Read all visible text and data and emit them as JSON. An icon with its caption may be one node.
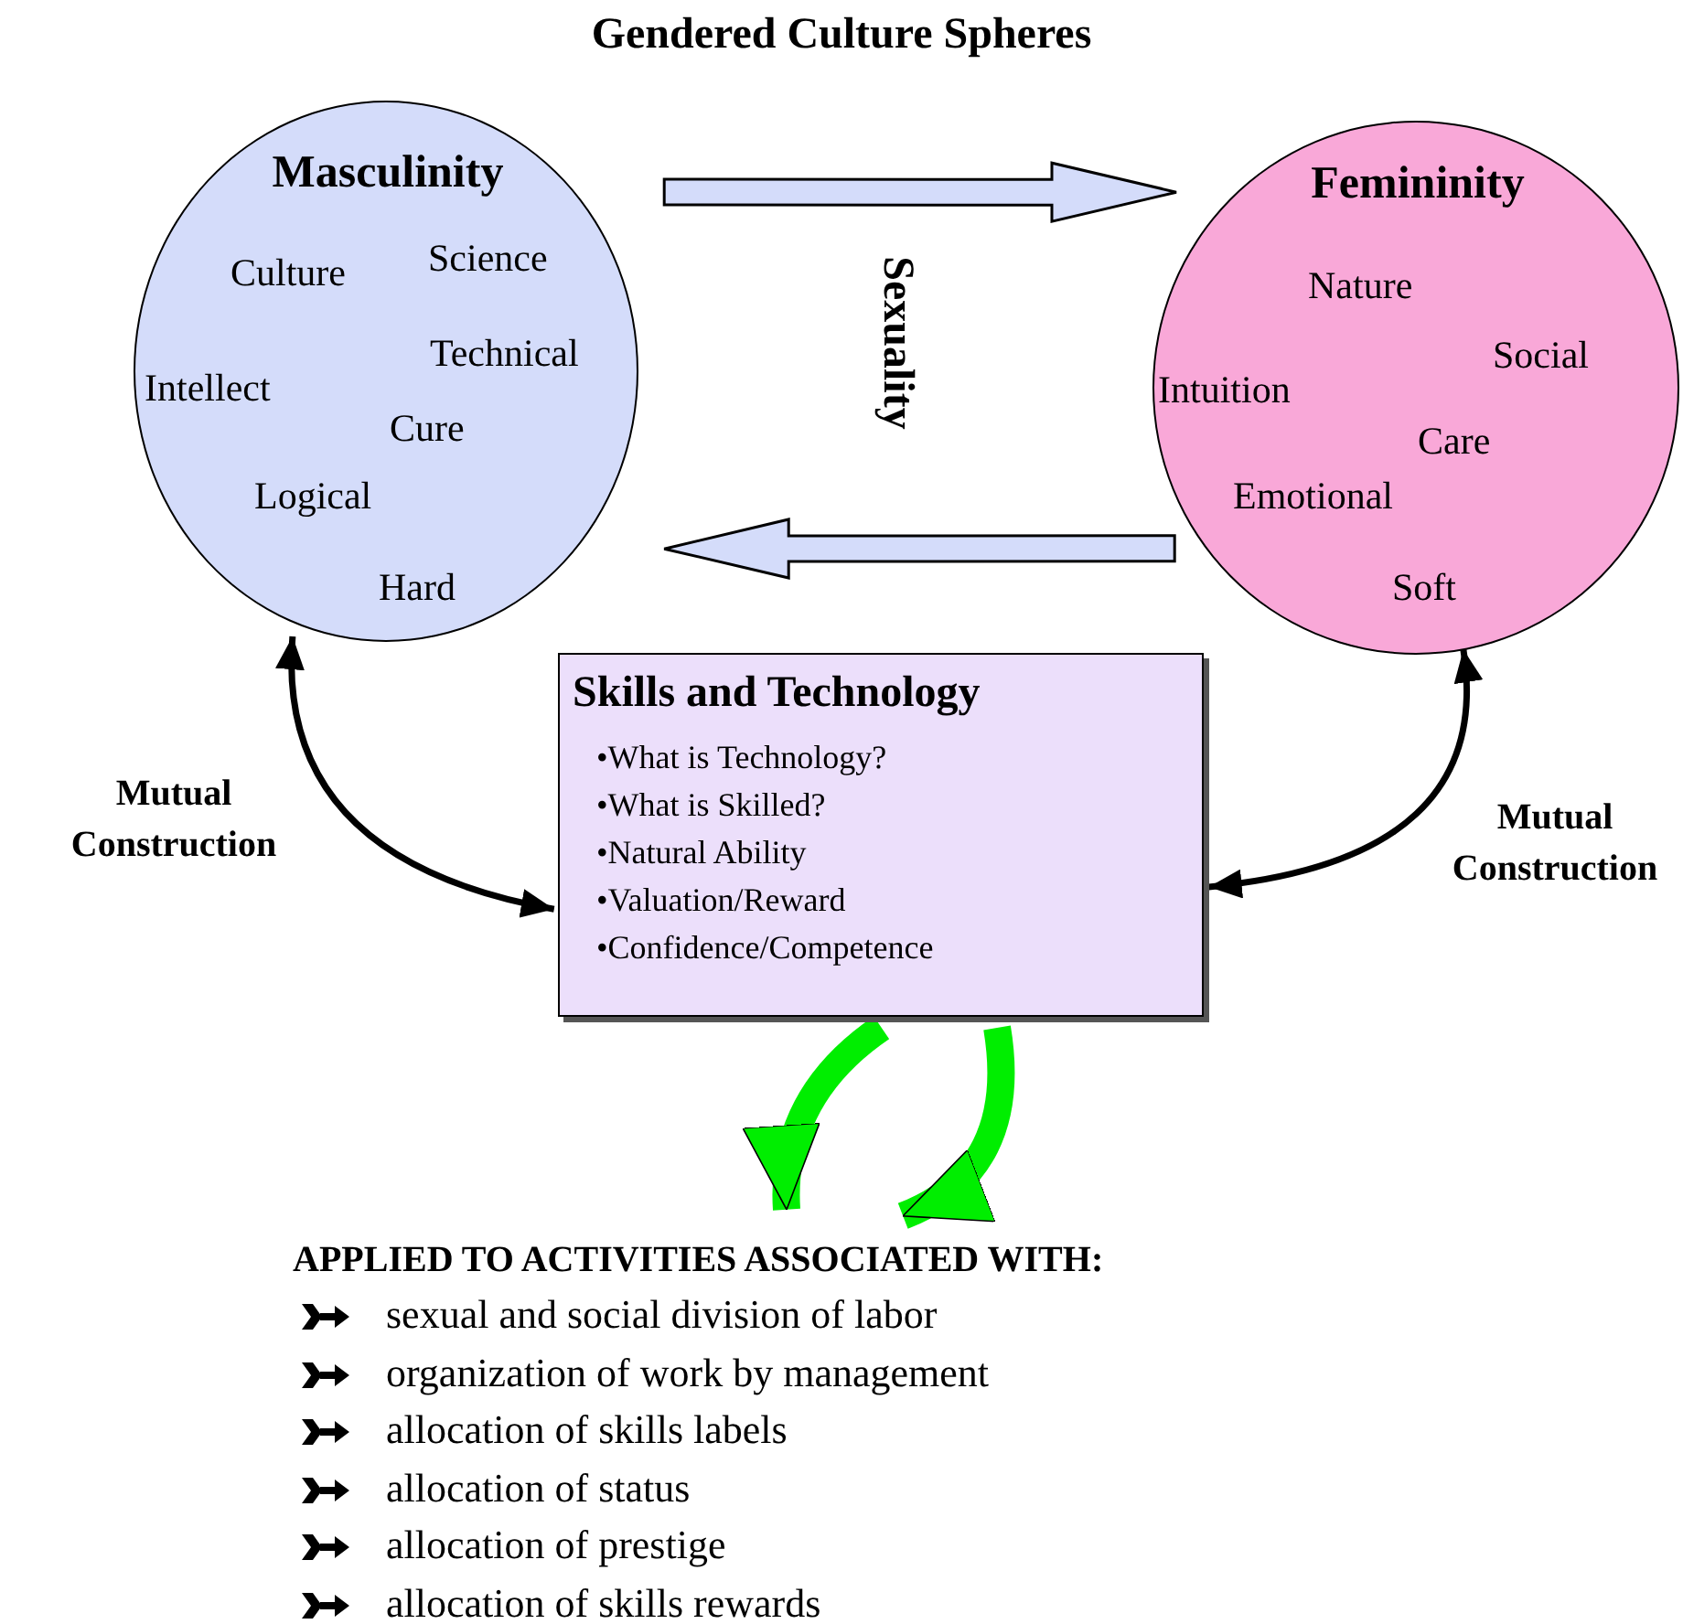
{
  "diagram": {
    "title": "Gendered Culture Spheres",
    "nodes": [
      {
        "text": [
          "Masculinity",
          "Culture",
          "Science",
          "Technical",
          "Intellect",
          "Cure",
          "Logical",
          "Hard"
        ]
      },
      {
        "text": [
          "Femininity",
          "Nature",
          "Social",
          "Intuition",
          "Care",
          "Emotional",
          "Soft"
        ]
      },
      {
        "text": [
          "Skills and Technology",
          "•What is Technology?",
          "•What is Skilled?",
          "•Natural Ability",
          "•Valuation/Reward",
          "•Confidence/Competence"
        ]
      },
      {
        "text": [
          "APPLIED TO ACTIVITIES ASSOCIATED WITH:",
          "sexual and social division of labor",
          "organization of work by management",
          "allocation of skills labels",
          "allocation of status",
          "allocation of prestige",
          "allocation of skills rewards"
        ]
      }
    ],
    "edges": [
      {
        "from": 0,
        "to": 1,
        "arrow": "to",
        "style": "thick",
        "color": "#d4dcfa"
      },
      {
        "from": 1,
        "to": 0,
        "arrow": "to",
        "style": "thick",
        "color": "#d4dcfa"
      },
      {
        "from": 0,
        "to": 2,
        "arrow": "both"
      },
      {
        "from": 1,
        "to": 2,
        "arrow": "both"
      },
      {
        "from": 2,
        "to": 3,
        "arrow": "to",
        "style": "thick",
        "color": "#00ee00"
      },
      {
        "from": 2,
        "to": 3,
        "arrow": "to",
        "style": "thick",
        "color": "#00ee00"
      }
    ],
    "labels": [
      "Sexuality",
      "Mutual Construction",
      "Mutual Construction"
    ]
  }
}
